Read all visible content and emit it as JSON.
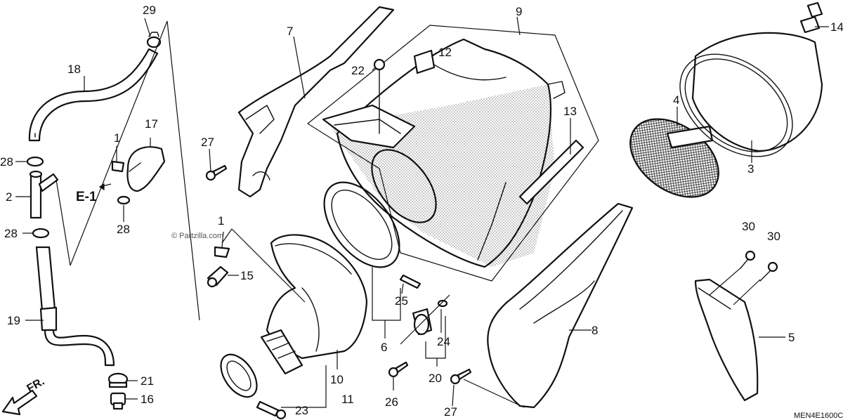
{
  "diagram": {
    "watermark": "© Partzilla.com",
    "direction_label": "FR.",
    "view_ref": "E-1",
    "drawing_code": "MEN4E1600C"
  },
  "callouts": {
    "c1a": "1",
    "c1b": "1",
    "c2": "2",
    "c3": "3",
    "c4": "4",
    "c5": "5",
    "c6": "6",
    "c7": "7",
    "c8": "8",
    "c9": "9",
    "c10": "10",
    "c11": "11",
    "c12": "12",
    "c13": "13",
    "c14": "14",
    "c15": "15",
    "c16": "16",
    "c17": "17",
    "c18": "18",
    "c19": "19",
    "c20": "20",
    "c21": "21",
    "c22": "22",
    "c23": "23",
    "c24": "24",
    "c25": "25",
    "c26": "26",
    "c27a": "27",
    "c27b": "27",
    "c28a": "28",
    "c28b": "28",
    "c28c": "28",
    "c29": "29",
    "c30a": "30",
    "c30b": "30"
  }
}
